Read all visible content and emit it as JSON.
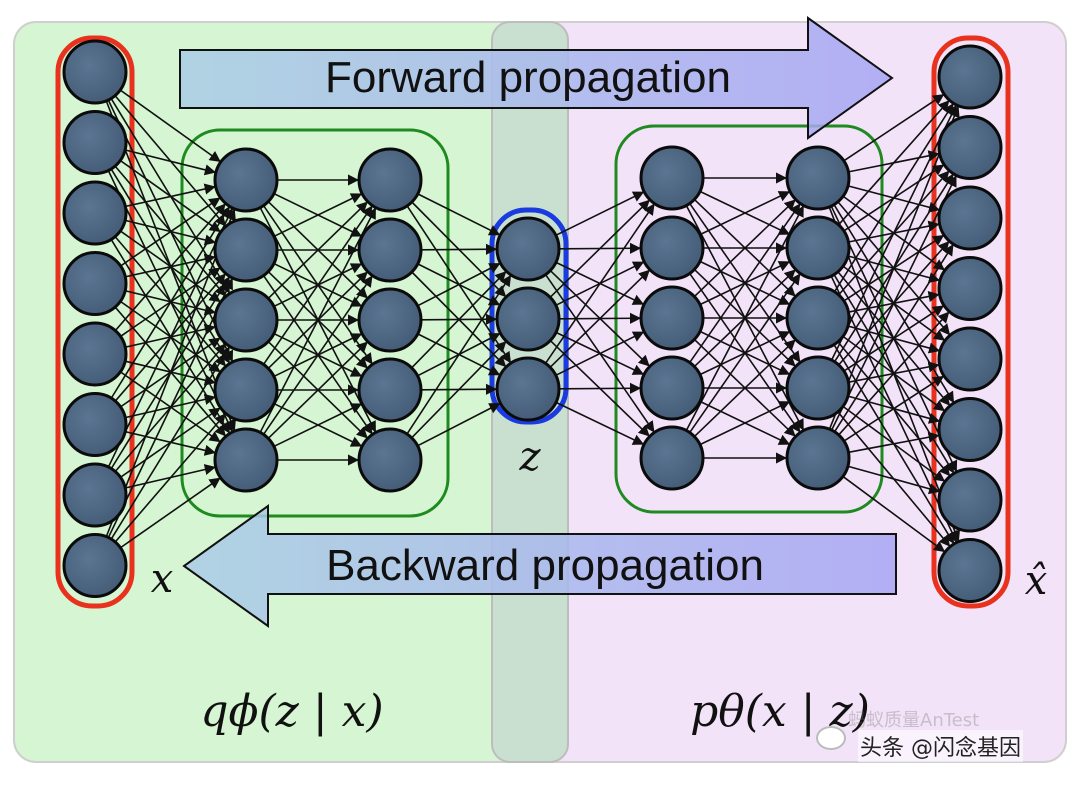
{
  "labels": {
    "forward": "Forward propagation",
    "backward": "Backward propagation",
    "input_var": "x",
    "latent_var": "z",
    "output_var": "x̂",
    "encoder_dist": "qϕ(z | x)",
    "decoder_dist": "pθ(x | z)"
  },
  "layers": {
    "input_nodes": 8,
    "encoder_hidden1_nodes": 5,
    "encoder_hidden2_nodes": 5,
    "latent_nodes": 3,
    "decoder_hidden1_nodes": 5,
    "decoder_hidden2_nodes": 5,
    "output_nodes": 8
  },
  "watermark": {
    "ghost_text": "蚂蚁质量AnTest",
    "main_text": "头条 @闪念基因"
  },
  "colors": {
    "encoder_region": "#d6f5d2",
    "decoder_region": "#f3e3f8",
    "overlap_region": "#c9dfd0",
    "node_fill": "#4d6580",
    "input_output_outline": "#e8321d",
    "latent_outline": "#1a3be0",
    "hidden_outline": "#1f8a1f",
    "arrow_fill_start": "#a9cde6",
    "arrow_fill_end": "#a8a5f3"
  }
}
